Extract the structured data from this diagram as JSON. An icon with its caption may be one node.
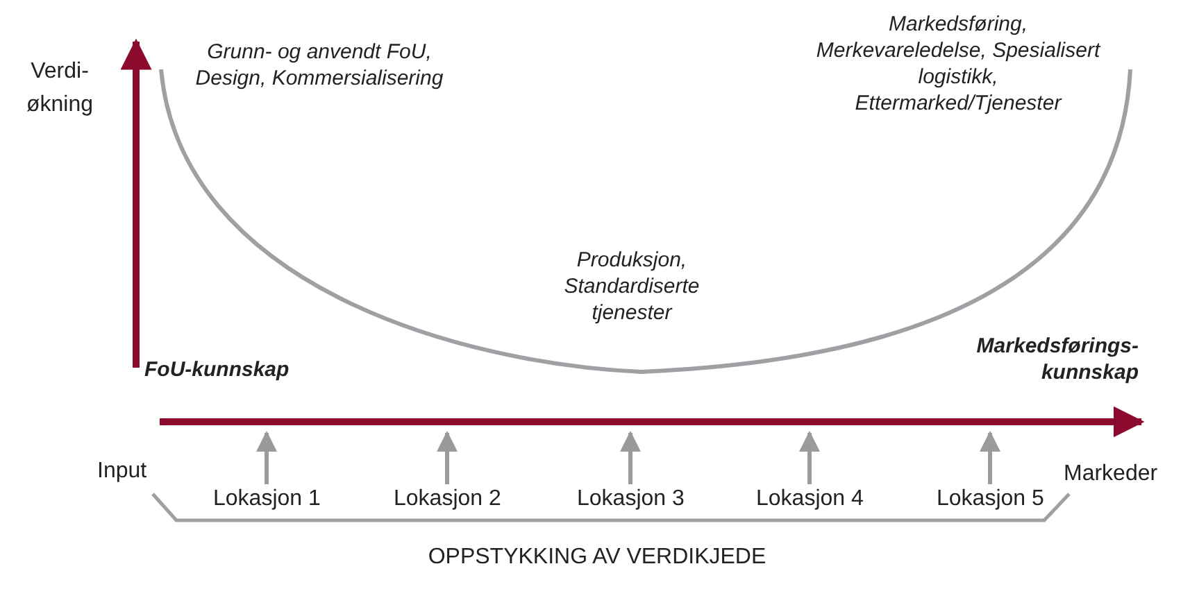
{
  "diagram": {
    "nodes": [
      {
        "text": [
          "Input"
        ]
      },
      {
        "text": [
          "Lokasjon 1"
        ]
      },
      {
        "text": [
          "Lokasjon 2"
        ]
      },
      {
        "text": [
          "Lokasjon 3"
        ]
      },
      {
        "text": [
          "Lokasjon 4"
        ]
      },
      {
        "text": [
          "Lokasjon 5"
        ]
      },
      {
        "text": [
          "Markeder"
        ]
      }
    ],
    "edges": [
      {
        "from": 1,
        "to": null,
        "arrow": "to"
      },
      {
        "from": 2,
        "to": null,
        "arrow": "to"
      },
      {
        "from": 3,
        "to": null,
        "arrow": "to"
      },
      {
        "from": 4,
        "to": null,
        "arrow": "to"
      },
      {
        "from": 5,
        "to": null,
        "arrow": "to"
      }
    ],
    "labels": [
      "Verdi- økning",
      "Grunn- og anvendt FoU, Design, Kommersialisering",
      "Markedsføring, Merkevareledelse, Spesialisert logistikk, Ettermarked/Tjenester",
      "Produksjon, Standardiserte tjenester",
      "FoU-kunnskap",
      "Markedsførings- kunnskap",
      "OPPSTYKKING AV VERDIKJEDE"
    ]
  }
}
